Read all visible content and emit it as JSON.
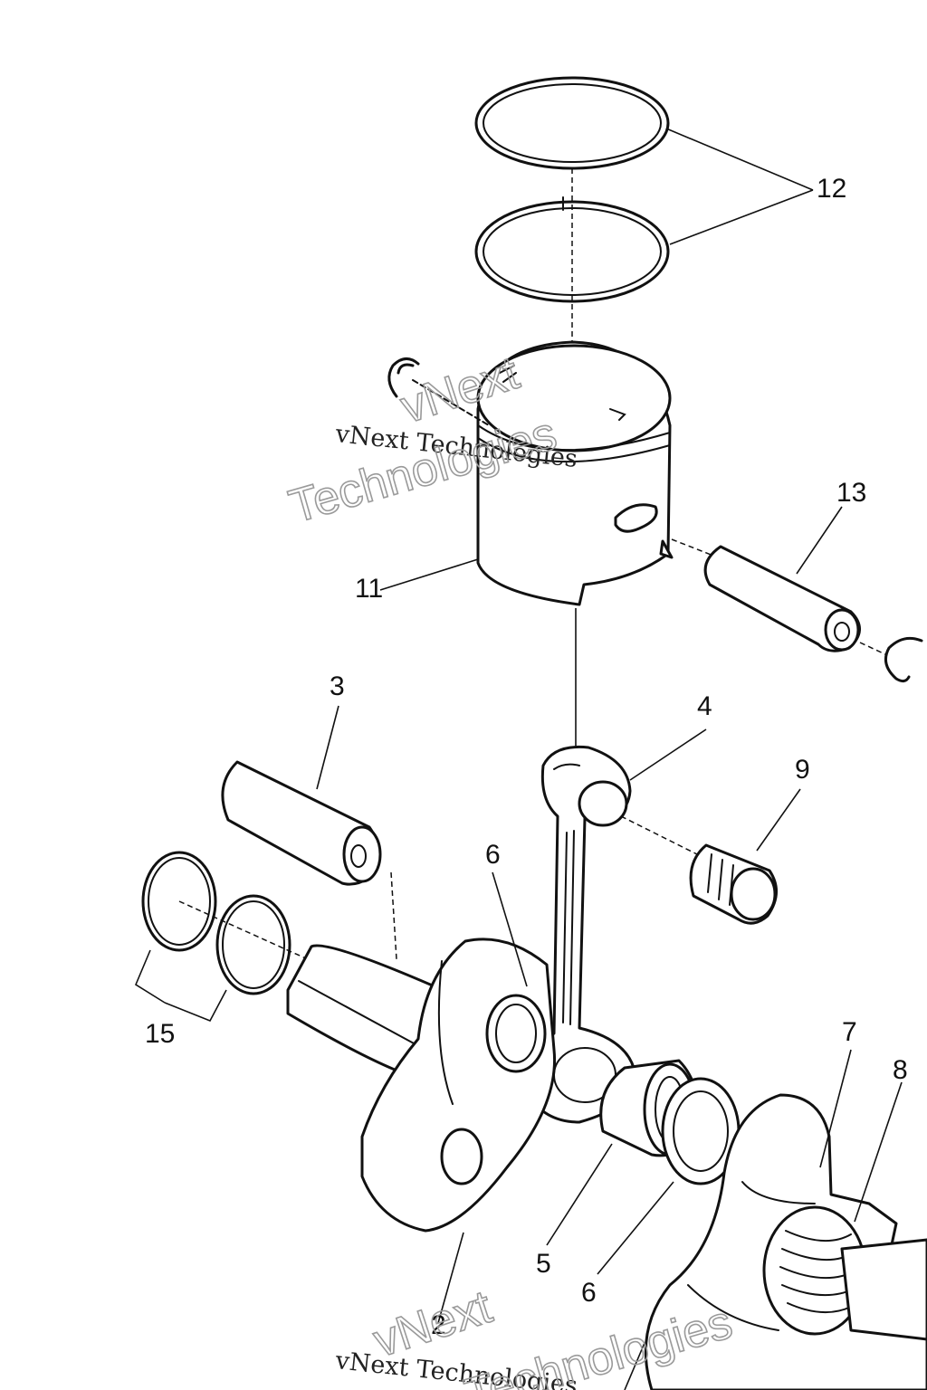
{
  "callouts": {
    "c12": "12",
    "c13": "13",
    "c11": "11",
    "c3": "3",
    "c4": "4",
    "c9": "9",
    "c6a": "6",
    "c15": "15",
    "c7": "7",
    "c8": "8",
    "c5": "5",
    "c6b": "6",
    "c2": "2"
  },
  "watermark": {
    "company": "vNext Technologies",
    "word1": "vNext",
    "word2": "Technologies"
  }
}
